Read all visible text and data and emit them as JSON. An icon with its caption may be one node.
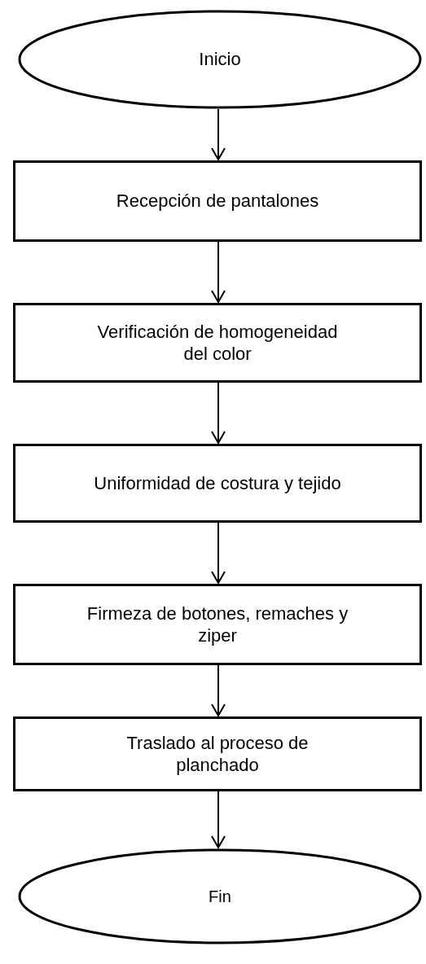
{
  "diagram": {
    "nodes": [
      {
        "text": [
          "Inicio"
        ]
      },
      {
        "text": [
          "Recepción de pantalones"
        ]
      },
      {
        "text": [
          "Verificación de homogeneidad del color"
        ]
      },
      {
        "text": [
          "Uniformidad de costura y tejido"
        ]
      },
      {
        "text": [
          "Firmeza de botones, remaches y ziper"
        ]
      },
      {
        "text": [
          "Traslado al proceso de planchado"
        ]
      },
      {
        "text": [
          "Fin"
        ]
      }
    ],
    "edges": [
      {
        "from": 0,
        "to": 1,
        "arrow": "to"
      },
      {
        "from": 1,
        "to": 2,
        "arrow": "to"
      },
      {
        "from": 2,
        "to": 3,
        "arrow": "to"
      },
      {
        "from": 3,
        "to": 4,
        "arrow": "to"
      },
      {
        "from": 4,
        "to": 5,
        "arrow": "to"
      },
      {
        "from": 5,
        "to": 6,
        "arrow": "to"
      }
    ]
  }
}
